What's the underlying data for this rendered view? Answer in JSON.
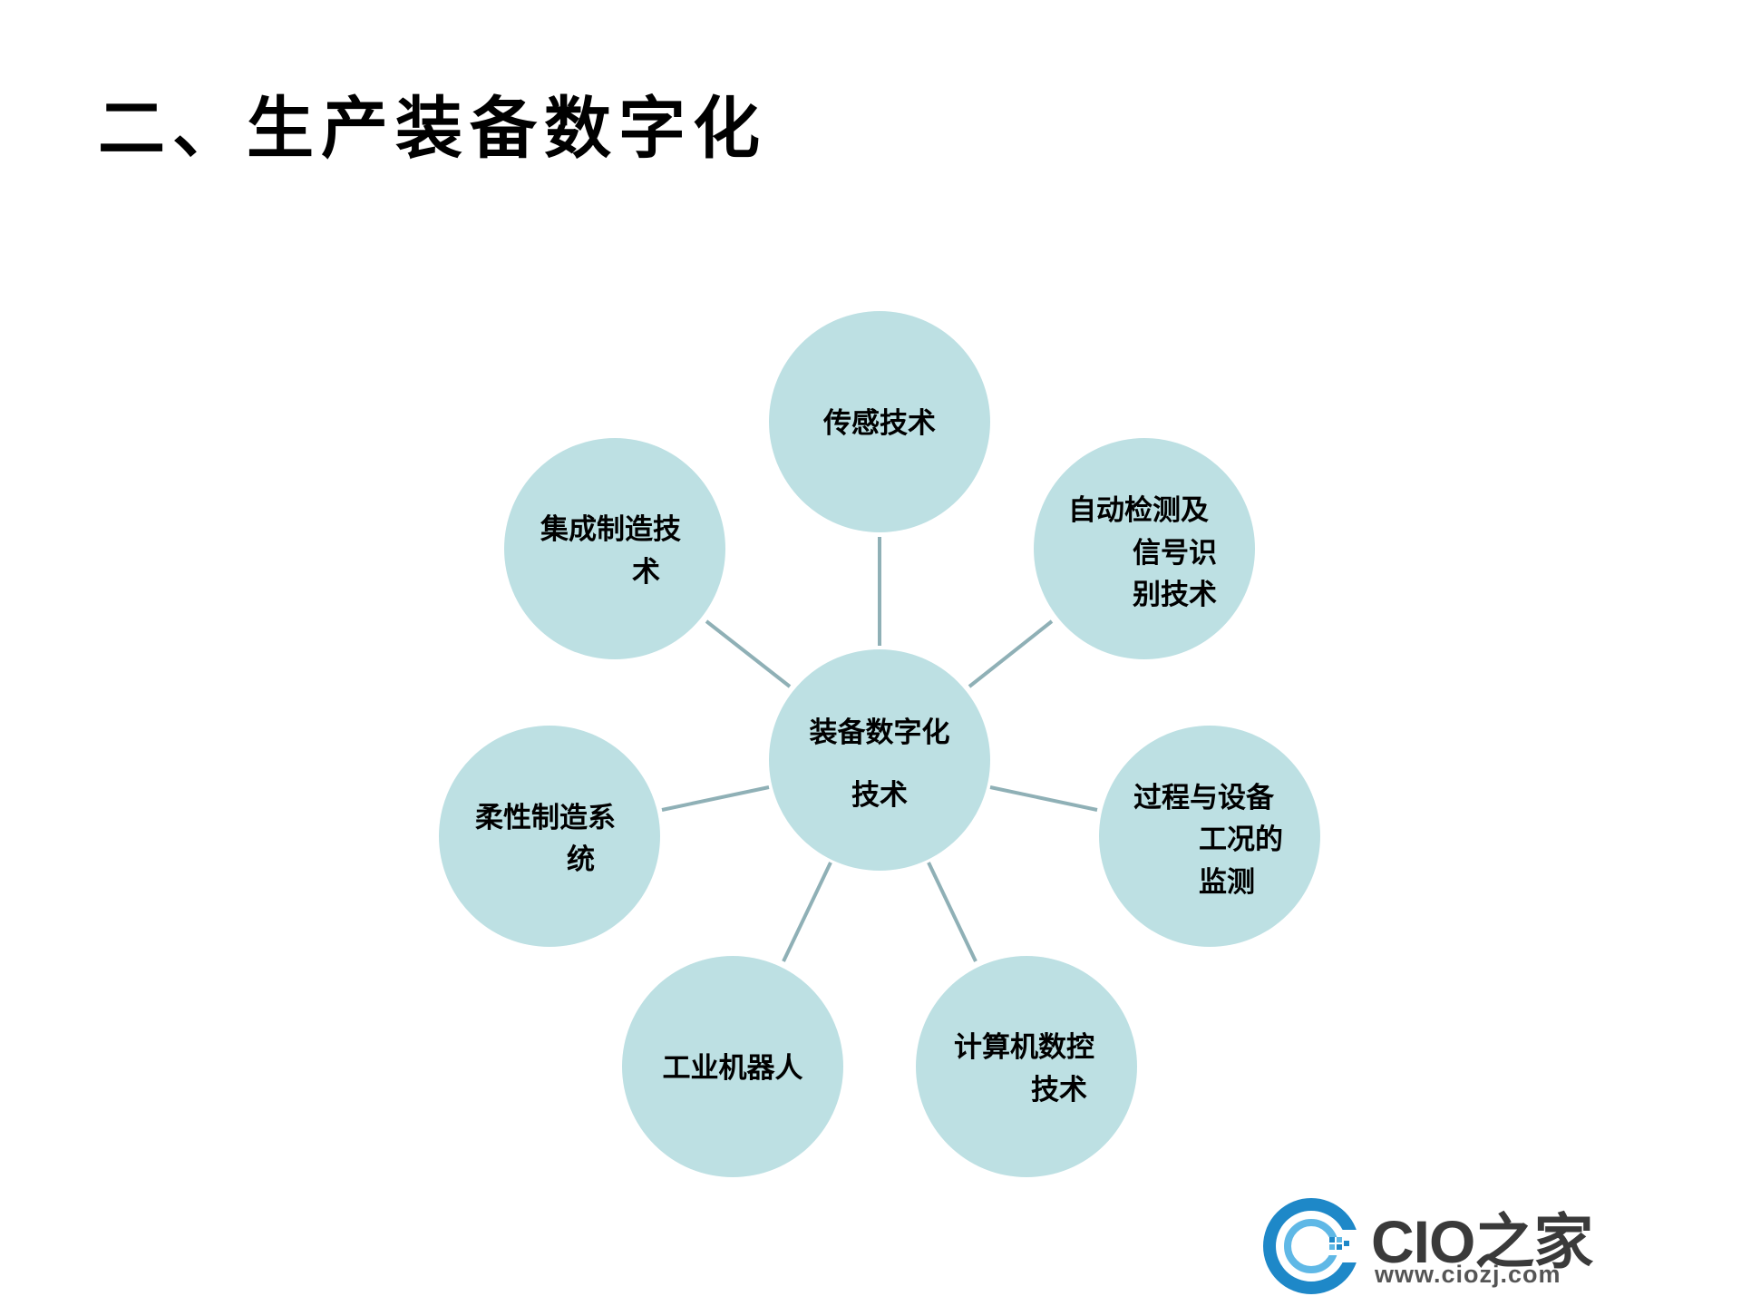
{
  "title": "二、生产装备数字化",
  "diagram": {
    "center": {
      "lines": [
        "装备数字化",
        "技术"
      ]
    },
    "nodes": [
      {
        "id": "sensor",
        "lines": [
          "传感技术"
        ]
      },
      {
        "id": "detection",
        "lines": [
          "自动检测及",
          "信号识",
          "别技术"
        ]
      },
      {
        "id": "monitoring",
        "lines": [
          "过程与设备",
          "工况的",
          "监测"
        ]
      },
      {
        "id": "cnc",
        "lines": [
          "计算机数控",
          "技术"
        ]
      },
      {
        "id": "robot",
        "lines": [
          "工业机器人"
        ]
      },
      {
        "id": "fms",
        "lines": [
          "柔性制造系",
          "统"
        ]
      },
      {
        "id": "cims",
        "lines": [
          "集成制造技",
          "术"
        ]
      }
    ],
    "colors": {
      "circle_fill": "#bde0e3",
      "connector": "#8fb0b6"
    }
  },
  "logo": {
    "name": "CIO之家",
    "url": "www.ciozj.com",
    "colors": {
      "primary": "#1e88c8",
      "text": "#3a3a3a"
    }
  }
}
